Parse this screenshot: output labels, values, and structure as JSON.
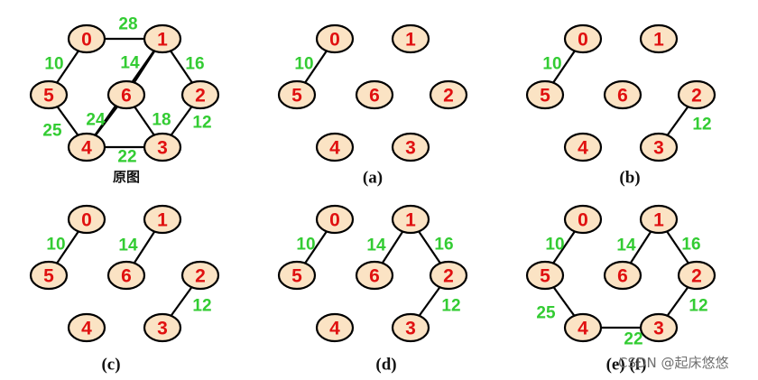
{
  "colors": {
    "node_fill": "#fbe3c4",
    "node_stroke": "#000000",
    "node_label": "#e01010",
    "weight_label": "#33cc33",
    "edge": "#000000",
    "caption": "#111111",
    "watermark": "#6f6f6f"
  },
  "panels": [
    {
      "caption": "原图",
      "nodes": [
        "0",
        "1",
        "2",
        "3",
        "4",
        "5",
        "6"
      ],
      "edges": [
        {
          "from": "0",
          "to": "1",
          "weight": "28"
        },
        {
          "from": "0",
          "to": "5",
          "weight": "10"
        },
        {
          "from": "1",
          "to": "6",
          "weight": "14"
        },
        {
          "from": "1",
          "to": "2",
          "weight": "16"
        },
        {
          "from": "5",
          "to": "4",
          "weight": "25"
        },
        {
          "from": "6",
          "to": "4",
          "weight": "24"
        },
        {
          "from": "6",
          "to": "3",
          "weight": "18"
        },
        {
          "from": "2",
          "to": "3",
          "weight": "12"
        },
        {
          "from": "4",
          "to": "3",
          "weight": "22"
        },
        {
          "from": "1",
          "to": "4",
          "weight": ""
        }
      ]
    },
    {
      "caption": "(a)",
      "nodes": [
        "0",
        "1",
        "2",
        "3",
        "4",
        "5",
        "6"
      ],
      "edges": [
        {
          "from": "0",
          "to": "5",
          "weight": "10"
        }
      ]
    },
    {
      "caption": "(b)",
      "nodes": [
        "0",
        "1",
        "2",
        "3",
        "4",
        "5",
        "6"
      ],
      "edges": [
        {
          "from": "0",
          "to": "5",
          "weight": "10"
        },
        {
          "from": "2",
          "to": "3",
          "weight": "12"
        }
      ]
    },
    {
      "caption": "(c)",
      "nodes": [
        "0",
        "1",
        "2",
        "3",
        "4",
        "5",
        "6"
      ],
      "edges": [
        {
          "from": "0",
          "to": "5",
          "weight": "10"
        },
        {
          "from": "1",
          "to": "6",
          "weight": "14"
        },
        {
          "from": "2",
          "to": "3",
          "weight": "12"
        }
      ]
    },
    {
      "caption": "(d)",
      "nodes": [
        "0",
        "1",
        "2",
        "3",
        "4",
        "5",
        "6"
      ],
      "edges": [
        {
          "from": "0",
          "to": "5",
          "weight": "10"
        },
        {
          "from": "1",
          "to": "6",
          "weight": "14"
        },
        {
          "from": "1",
          "to": "2",
          "weight": "16"
        },
        {
          "from": "2",
          "to": "3",
          "weight": "12"
        }
      ]
    },
    {
      "caption": "(e) (f)",
      "nodes": [
        "0",
        "1",
        "2",
        "3",
        "4",
        "5",
        "6"
      ],
      "edges": [
        {
          "from": "0",
          "to": "5",
          "weight": "10"
        },
        {
          "from": "1",
          "to": "6",
          "weight": "14"
        },
        {
          "from": "1",
          "to": "2",
          "weight": "16"
        },
        {
          "from": "5",
          "to": "4",
          "weight": "25"
        },
        {
          "from": "2",
          "to": "3",
          "weight": "12"
        },
        {
          "from": "4",
          "to": "3",
          "weight": "22"
        }
      ]
    }
  ],
  "watermark": {
    "text": "CSDN @起床悠悠"
  }
}
